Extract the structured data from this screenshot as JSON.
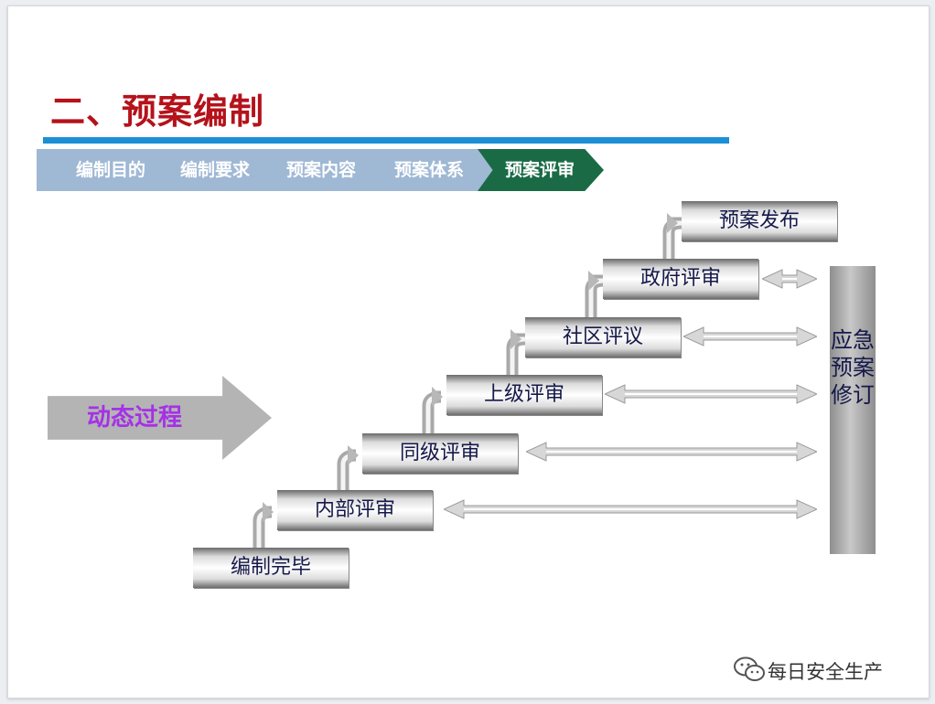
{
  "title": "二、预案编制",
  "colors": {
    "title": "#b5121b",
    "rule": "#1c8fd6",
    "nav_active": "#1a6b45",
    "arrow_text": "#a531e6"
  },
  "nav": {
    "items": [
      "编制目的",
      "编制要求",
      "预案内容",
      "预案体系"
    ],
    "active": "预案评审"
  },
  "process_label": "动态过程",
  "steps": [
    "编制完毕",
    "内部评审",
    "同级评审",
    "上级评审",
    "社区评议",
    "政府评审",
    "预案发布"
  ],
  "side_label": "应急预案修订",
  "watermark": "每日安全生产",
  "icons": [
    "wechat-icon",
    "step-connector-arrow",
    "double-arrow"
  ]
}
